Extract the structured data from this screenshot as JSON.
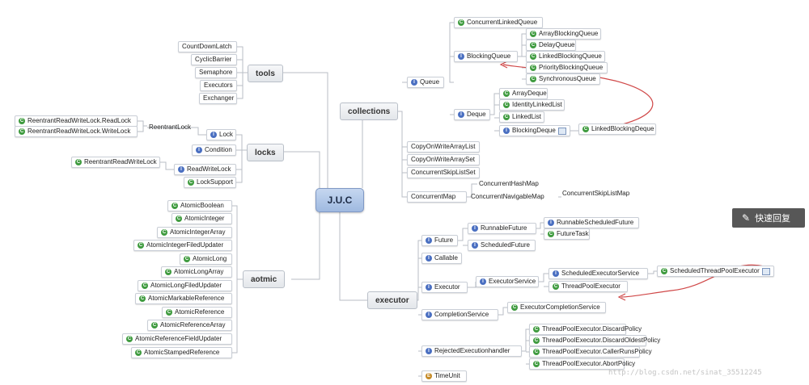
{
  "center": "J.U.C",
  "hubs": {
    "tools": "tools",
    "locks": "locks",
    "aotmic": "aotmic",
    "collections": "collections",
    "executor": "executor"
  },
  "tools": [
    "CountDownLatch",
    "CyclicBarrier",
    "Semaphore",
    "Executors",
    "Exchanger"
  ],
  "locks": {
    "lock": "Lock",
    "reentrant_lock": "ReentrantLock",
    "read_lock": "ReentrantReadWriteLock.ReadLock",
    "write_lock": "ReentrantReadWriteLock.WriteLock",
    "condition": "Condition",
    "read_write_lock": "ReadWriteLock",
    "reentrant_read_write_lock": "ReentrantReadWriteLock",
    "lock_support": "LockSupport"
  },
  "atomic": [
    "AtomicBoolean",
    "AtomicInteger",
    "AtomicIntegerArray",
    "AtomicIntegerFiledUpdater",
    "AtomicLong",
    "AtomicLongArray",
    "AtomicLongFiledUpdater",
    "AtomicMarkableReference",
    "AtomicReference",
    "AtomicReferenceArray",
    "AtomicReferenceFieldUpdater",
    "AtomicStampedReference"
  ],
  "collections": {
    "queue": "Queue",
    "concurrent_linked_queue": "ConcurrentLinkedQueue",
    "blocking_queue": "BlockingQueue",
    "blocking_queues": [
      "ArrayBlockingQueue",
      "DelayQueue",
      "LinkedBlockingQueue",
      "PriorityBlockingQueue",
      "SynchronousQueue"
    ],
    "deque": "Deque",
    "deques": [
      "ArrayDeque",
      "IdentityLinkedList",
      "LinkedList",
      "BlockingDeque"
    ],
    "linked_blocking_deque": "LinkedBlockingDeque",
    "copy_on_write_array_list": "CopyOnWriteArrayList",
    "copy_on_write_array_set": "CopyOnWriteArraySet",
    "concurrent_skip_list_set": "ConcurrentSkipListSet",
    "concurrent_map": "ConcurrentMap",
    "concurrent_hash_map": "ConcurrentHashMap",
    "concurrent_navigable_map": "ConcurrentNavigableMap",
    "concurrent_skip_list_map": "ConcurrentSkipListMap"
  },
  "executor": {
    "future": "Future",
    "runnable_future": "RunnableFuture",
    "runnable_scheduled_future": "RunnableScheduledFuture",
    "future_task": "FutureTask",
    "scheduled_future": "ScheduledFuture",
    "callable": "Callable",
    "executor": "Executor",
    "executor_service": "ExecutorService",
    "scheduled_executor_service": "ScheduledExecutorService",
    "scheduled_thread_pool_executor": "ScheduledThreadPoolExecutor",
    "thread_pool_executor": "ThreadPoolExecutor",
    "completion_service": "CompletionService",
    "executor_completion_service": "ExecutorCompletionService",
    "rejected_execution_handler": "RejectedExecutionhandler",
    "policies": [
      "ThreadPoolExecutor.DiscardPolicy",
      "ThreadPoolExecutor.DiscardOldestPolicy",
      "ThreadPoolExecutor.CallerRunsPolicy",
      "ThreadPoolExecutor.AbortPolicy"
    ],
    "time_unit": "TimeUnit"
  },
  "quick_reply": "快速回复",
  "watermark": "http://blog.csdn.net/sinat_35512245",
  "colors": {
    "center_fill": "#b5cbea",
    "class_icon": "#3f9b3f",
    "interface_icon": "#4a6fc1",
    "enum_icon": "#c58a26",
    "arrow": "#d04848"
  }
}
